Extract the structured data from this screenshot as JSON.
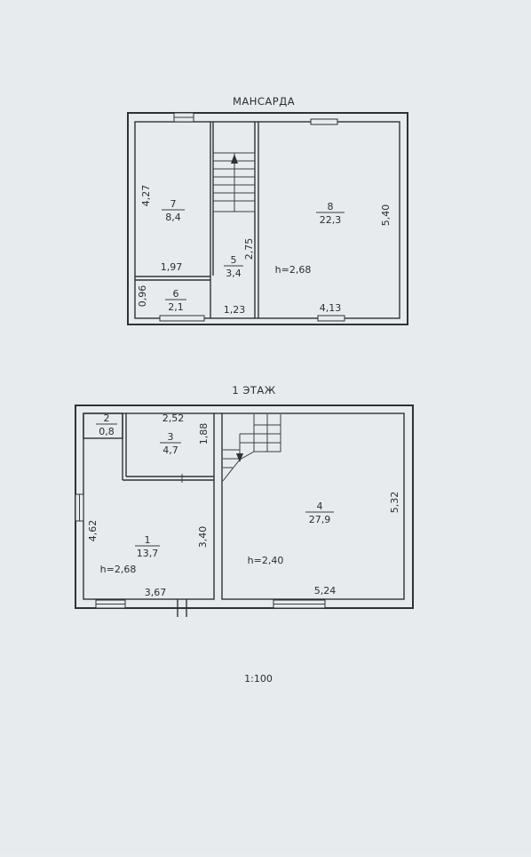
{
  "mansard": {
    "title": "МАНСАРДА",
    "rooms": [
      {
        "num": "7",
        "area": "8,4"
      },
      {
        "num": "8",
        "area": "22,3"
      },
      {
        "num": "5",
        "area": "3,4"
      },
      {
        "num": "6",
        "area": "2,1"
      }
    ],
    "dims": {
      "d427": "4,27",
      "d197": "1,97",
      "d096": "0,96",
      "d123": "1,23",
      "d275": "2,75",
      "d413": "4,13",
      "d540": "5,40"
    },
    "height": "h=2,68"
  },
  "floor1": {
    "title": "1  ЭТАЖ",
    "rooms": [
      {
        "num": "2",
        "area": "0,8"
      },
      {
        "num": "3",
        "area": "4,7"
      },
      {
        "num": "1",
        "area": "13,7"
      },
      {
        "num": "4",
        "area": "27,9"
      }
    ],
    "dims": {
      "d252": "2,52",
      "d188": "1,88",
      "d462": "4,62",
      "d340": "3,40",
      "d367": "3,67",
      "d524": "5,24",
      "d532": "5,32"
    },
    "height_left": "h=2,68",
    "height_right": "h=2,40"
  },
  "scale": "1:100"
}
